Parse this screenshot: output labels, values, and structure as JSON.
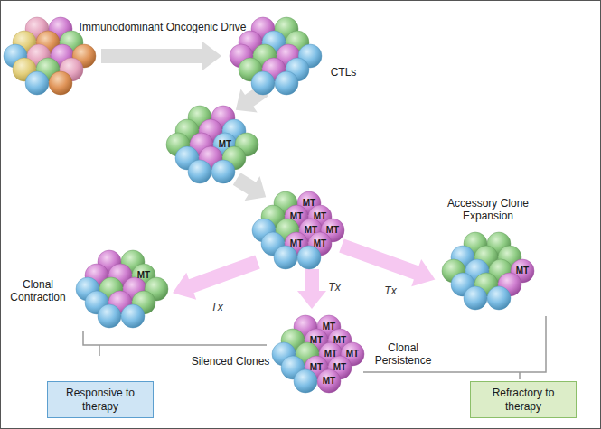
{
  "diagram": {
    "nodes": [
      {
        "text": [
          "Responsive to therapy"
        ]
      },
      {
        "text": [
          "Refractory to therapy"
        ]
      }
    ],
    "labels": [
      "Immunodominant Oncogenic Drive",
      "CTLs",
      "Accessory Clone Expansion",
      "Tx",
      "Tx",
      "Tx",
      "Clonal Contraction",
      "Silenced Clones",
      "Clonal Persistence",
      "MT",
      "MT",
      "MT",
      "MT",
      "MT",
      "MT",
      "MT",
      "MT",
      "MT",
      "MT",
      "MT",
      "MT",
      "MT",
      "MT",
      "MT",
      "MT",
      "MT",
      "MT"
    ]
  }
}
